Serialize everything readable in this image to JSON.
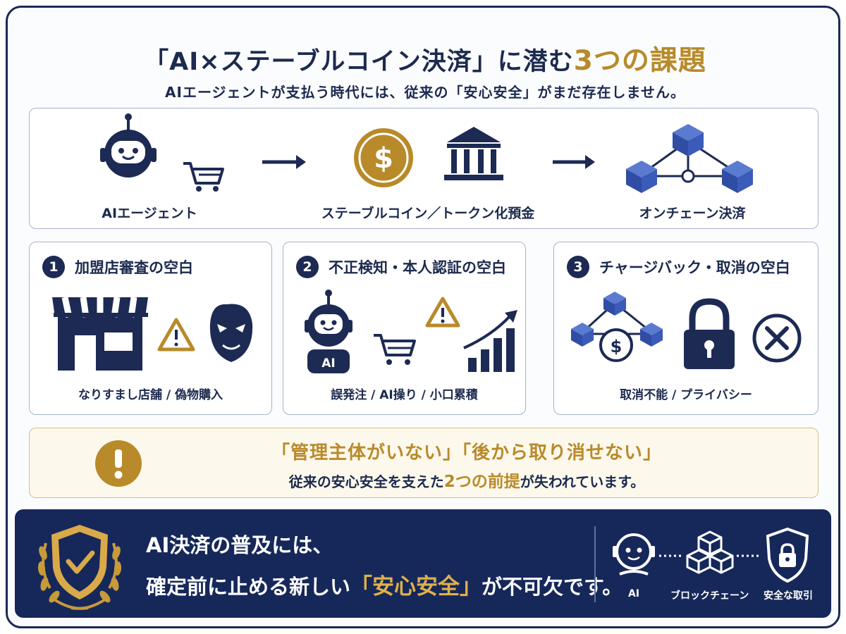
{
  "title": {
    "prefix": "「AI×ステーブルコイン決済」に潜む",
    "highlight": "3つの課題"
  },
  "subtitle": "AIエージェントが支払う時代には、従来の「安心安全」がまだ存在しません。",
  "flow": {
    "steps": [
      {
        "label": "AIエージェント",
        "icon": "robot-cart-icon"
      },
      {
        "label": "ステーブルコイン／トークン化預金",
        "icon": "coin-bank-icon"
      },
      {
        "label": "オンチェーン決済",
        "icon": "blockchain-icon"
      }
    ]
  },
  "challenges": [
    {
      "number": "1",
      "title": "加盟店審査の空白",
      "caption": "なりすまし店舗 / 偽物購入"
    },
    {
      "number": "2",
      "title": "不正検知・本人認証の空白",
      "caption": "誤発注 / AI操り / 小口累積",
      "robot_label": "AI"
    },
    {
      "number": "3",
      "title": "チャージバック・取消の空白",
      "caption": "取消不能 / プライバシー"
    }
  ],
  "warning": {
    "line1": "「管理主体がいない」「後から取り消せない」",
    "line2_prefix": "従来の安心安全を支えた",
    "line2_highlight": "2つの前提",
    "line2_suffix": "が失われています。"
  },
  "banner": {
    "line1": "AI決済の普及には、",
    "line2_prefix": "確定前に止める新しい",
    "line2_highlight": "「安心安全」",
    "line2_suffix": "が不可欠です。",
    "icons": [
      {
        "label": "AI",
        "icon": "robot-icon"
      },
      {
        "label": "ブロックチェーン",
        "icon": "blocks-icon"
      },
      {
        "label": "安全な取引",
        "icon": "shield-lock-icon"
      }
    ]
  },
  "colors": {
    "navy": "#1c2a54",
    "gold": "#b88a2a",
    "block_blue": "#3a5bb8"
  }
}
